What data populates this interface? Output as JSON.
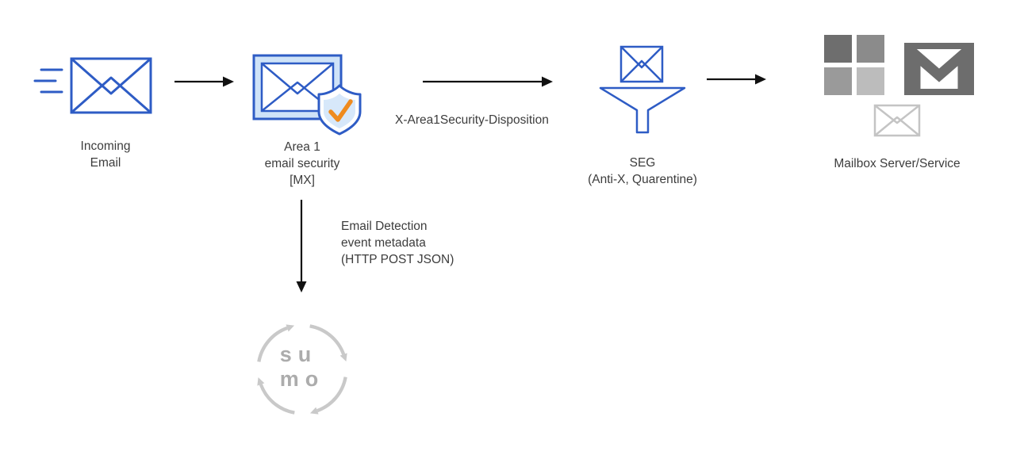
{
  "colors": {
    "blue": "#2e5cc5",
    "light_blue_fill": "#cfe3f8",
    "shield_inner": "#d7e8fa",
    "orange_check": "#ef8b1e",
    "arrow_black": "#111111",
    "label_text": "#3d3d3d",
    "ms_square_tl": "#6e6e6e",
    "ms_square_tr": "#8b8b8b",
    "ms_square_bl": "#9a9a9a",
    "ms_square_br": "#bcbcbc",
    "gmail_grey": "#6d6d6d",
    "small_envelope_grey": "#c4c4c4",
    "sumo_arc_grey": "#c9c9c9",
    "sumo_text_grey": "#acacac"
  },
  "icons": [
    "incoming-email-envelope-icon",
    "area1-shielded-envelope-icon",
    "seg-funnel-envelope-icon",
    "microsoft-squares-icon",
    "gmail-envelope-icon",
    "small-envelope-icon",
    "sumo-logic-circular-arrows-logo"
  ],
  "nodes": {
    "incoming_email": {
      "label": "Incoming\nEmail"
    },
    "area1": {
      "label": "Area 1\nemail security\n[MX]"
    },
    "seg": {
      "label": "SEG\n(Anti-X, Quarentine)"
    },
    "mailbox": {
      "label": "Mailbox Server/Service"
    },
    "sumo_logo": {
      "line1": "su",
      "line2": "mo"
    }
  },
  "edges": {
    "disposition": {
      "label": "X-Area1Security-Disposition"
    },
    "detection": {
      "label": "Email Detection\nevent metadata\n(HTTP POST JSON)"
    }
  }
}
